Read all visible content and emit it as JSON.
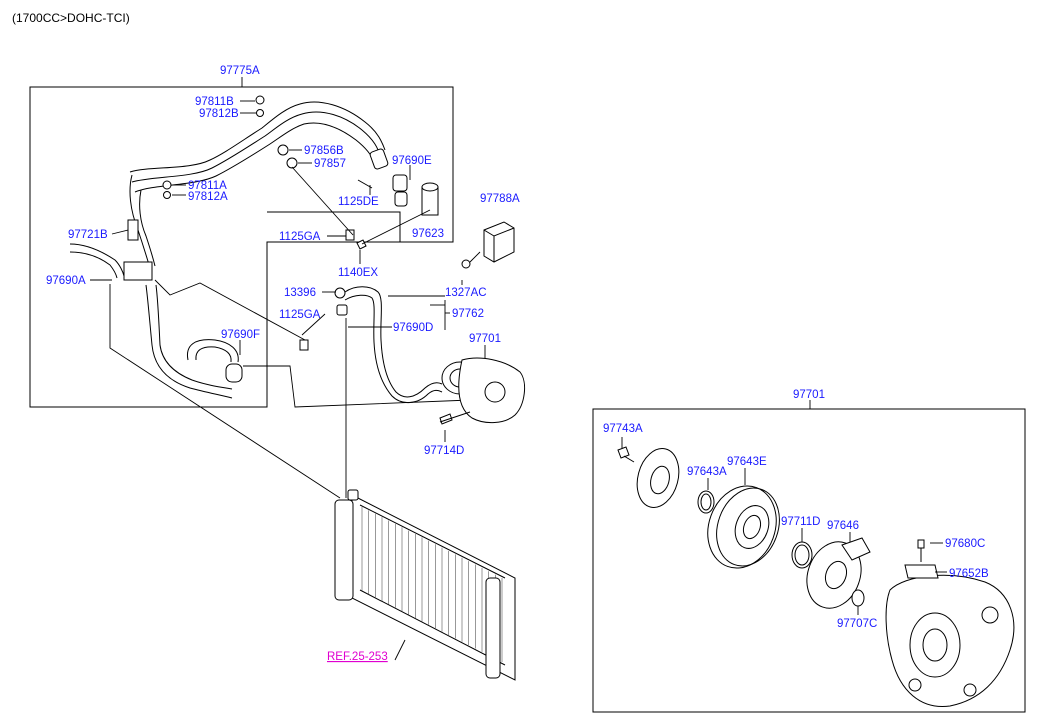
{
  "header": {
    "title": "(1700CC>DOHC-TCI)"
  },
  "labels": {
    "l97775A": "97775A",
    "l97811B": "97811B",
    "l97812B": "97812B",
    "l97856B": "97856B",
    "l97857": "97857",
    "l97690E": "97690E",
    "l1125DE": "1125DE",
    "l97811A": "97811A",
    "l97812A": "97812A",
    "l97721B": "97721B",
    "l1125GA_a": "1125GA",
    "l97623": "97623",
    "l97788A": "97788A",
    "l1140EX": "1140EX",
    "l97690A": "97690A",
    "l13396": "13396",
    "l1327AC": "1327AC",
    "l1125GA_b": "1125GA",
    "l97762": "97762",
    "l97690D": "97690D",
    "l97690F": "97690F",
    "l97701_a": "97701",
    "l97714D": "97714D",
    "l97701_b": "97701",
    "l97743A": "97743A",
    "l97643E": "97643E",
    "l97643A": "97643A",
    "l97711D": "97711D",
    "l97646": "97646",
    "l97680C": "97680C",
    "l97652B": "97652B",
    "l97707C": "97707C"
  },
  "reference": {
    "label": "REF.25-253"
  },
  "colors": {
    "label": "#1a1aff",
    "reference": "#e000d0",
    "line": "#000000"
  }
}
